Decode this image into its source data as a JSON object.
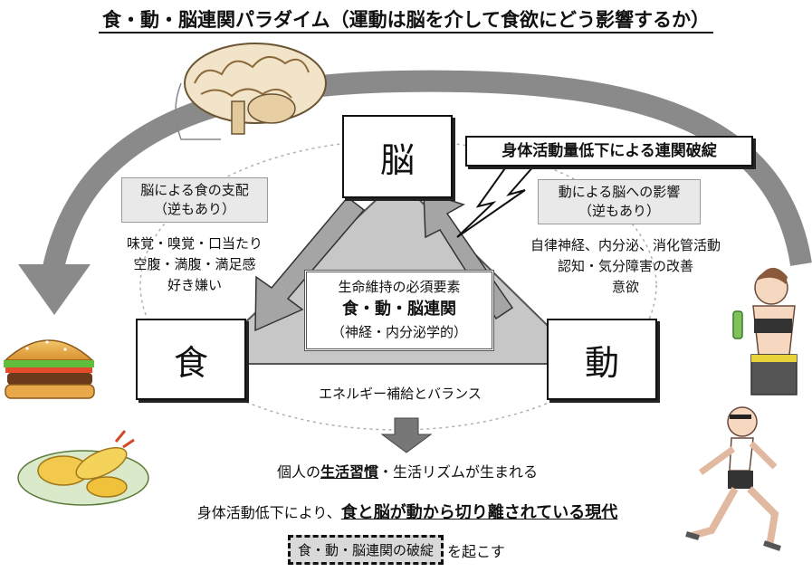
{
  "title": "食・動・脳連関パラダイム（運動は脳を介して食欲にどう影響するか）",
  "nodes": {
    "brain": "脳",
    "food": "食",
    "motion": "動"
  },
  "collapse_label": "身体活動量低下による連関破綻",
  "left_box": {
    "line1": "脳による食の支配",
    "line2": "（逆もあり）"
  },
  "left_list": [
    "味覚・嗅覚・口当たり",
    "空腹・満腹・満足感",
    "好き嫌い"
  ],
  "right_box": {
    "line1": "動による脳への影響",
    "line2": "（逆もあり）"
  },
  "right_list": [
    "自律神経、内分泌、消化管活動",
    "認知・気分障害の改善",
    "意欲"
  ],
  "center": {
    "line1": "生命維持の必須要素",
    "line2": "食・動・脳連関",
    "line3": "（神経・内分泌学的）"
  },
  "bottom_edge_label": "エネルギー補給とバランス",
  "result_line": {
    "pre": "個人の",
    "emph": "生活習慣",
    "post": "・生活リズムが生まれる"
  },
  "modern_line": {
    "pre": "身体活動低下により、",
    "emph": "食と脳が動から切り離されている現代"
  },
  "final_line": {
    "boxed": "食・動・脳連関の破綻",
    "post": "を起こす"
  },
  "colors": {
    "arrow_gray": "#8a8a8a",
    "triangle_fill": "#c7c7c7",
    "box_gray": "#e9e9e9"
  },
  "icons": [
    "brain-illustration",
    "hamburger-illustration",
    "tempura-illustration",
    "woman-drinking-illustration",
    "runner-illustration"
  ]
}
